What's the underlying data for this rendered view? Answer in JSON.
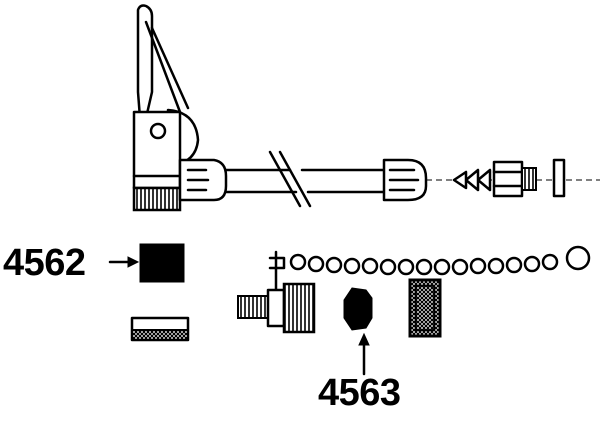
{
  "parts": {
    "part_a": {
      "number": "4562"
    },
    "part_b": {
      "number": "4563"
    }
  },
  "colors": {
    "ink": "#000000",
    "paper": "#ffffff"
  },
  "icons": [
    "valve-extension-assembly",
    "filter-disc",
    "dust-cap-with-chain",
    "valve-insert",
    "knurled-ring"
  ]
}
